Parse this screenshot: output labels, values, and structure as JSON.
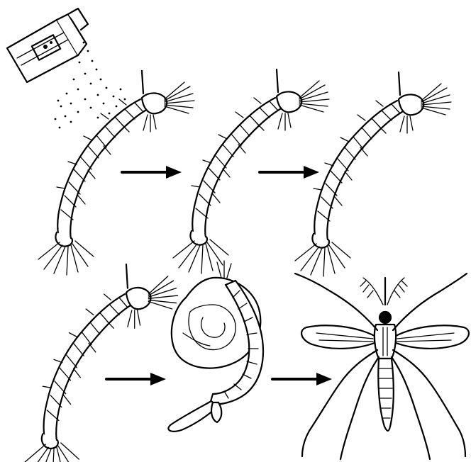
{
  "diagram": {
    "spray_bottle": {
      "icon": "spray-bottle-icon",
      "label_on_bottle": ""
    },
    "row1": {
      "stages": [
        "larva",
        "larva",
        "larva"
      ],
      "arrows": 2
    },
    "row2": {
      "stages": [
        "larva",
        "pupa",
        "adult-mosquito"
      ],
      "arrows": 2
    },
    "colors": {
      "ink": "#000000",
      "background": "#ffffff"
    }
  }
}
